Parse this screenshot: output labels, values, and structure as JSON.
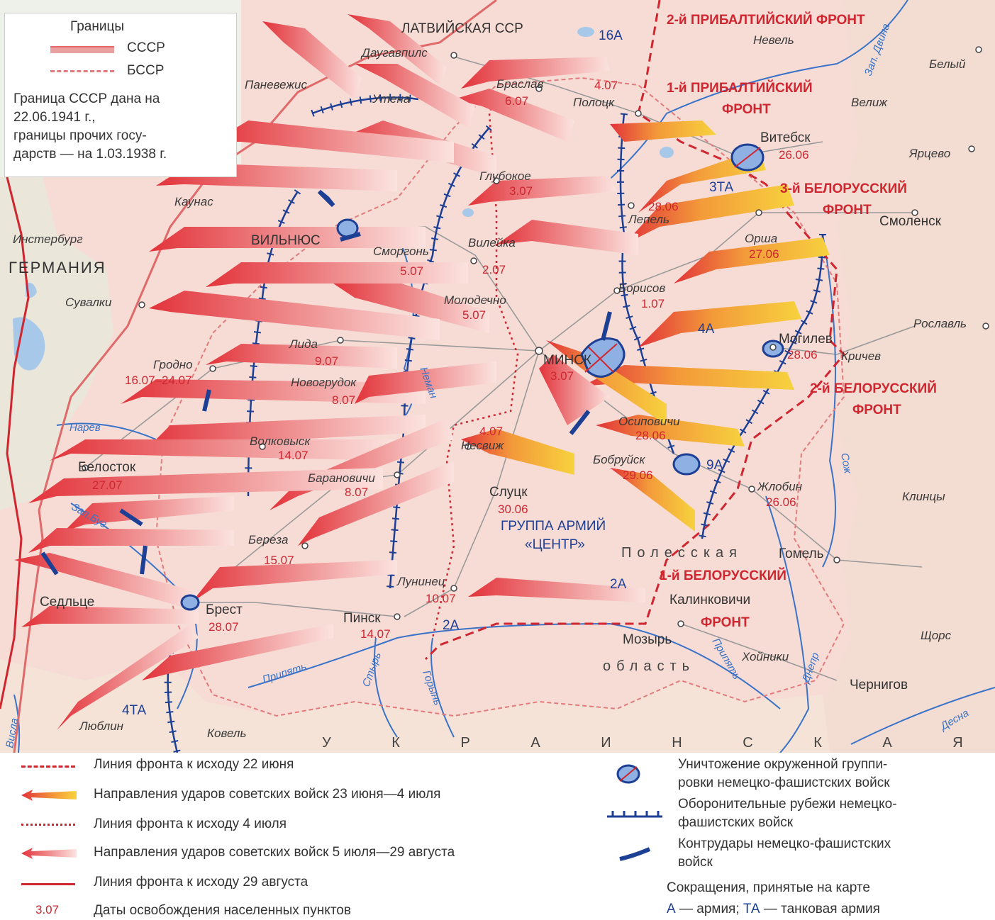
{
  "legend_top": {
    "title": "Границы",
    "ussr": "СССР",
    "bssr": "БССР",
    "note_line1": "Граница СССР дана на",
    "note_line2": "22.06.1941 г.,",
    "note_line3": "границы прочих госу-",
    "note_line4": "дарств — на 1.03.1938 г."
  },
  "places": {
    "latvia": "ЛАТВИЙСКАЯ ССР",
    "daugavpils": "Даугавпилс",
    "panevezys": "Паневежис",
    "utena": "Утена",
    "kaunas": "Каунас",
    "vilnius": "ВИЛЬНЮС",
    "insterburg": "Инстербург",
    "germany": "ГЕРМАНИЯ",
    "suwalki": "Сувалки",
    "grodno": "Гродно",
    "bialystok": "Белосток",
    "siedlce": "Седльце",
    "lublin": "Люблин",
    "brest": "Брест",
    "kovel": "Ковель",
    "pinsk": "Пинск",
    "luninets": "Лунинец",
    "bereza": "Береза",
    "baranovichi": "Барановичи",
    "volkovysk": "Волковыск",
    "lida": "Лида",
    "novogrudok": "Новогрудок",
    "smorgon": "Сморгонь",
    "molodechno": "Молодечно",
    "vileyka": "Вилейка",
    "glubokoe": "Глубокое",
    "braslav": "Браслав",
    "polotsk": "Полоцк",
    "nevel": "Невель",
    "velizh": "Велиж",
    "bely": "Белый",
    "yartsevo": "Ярцево",
    "vitebsk": "Витебск",
    "lepel": "Лепель",
    "orsha": "Орша",
    "smolensk": "Смоленск",
    "borisov": "Борисов",
    "minsk": "МИНСК",
    "mogilev": "Могилев",
    "krichev": "Кричев",
    "roslavl": "Рославль",
    "osipovichi": "Осиповичи",
    "bobruisk": "Бобруйск",
    "zhlobin": "Жлобин",
    "klintsy": "Клинцы",
    "slutsk": "Слуцк",
    "nesvizh": "Несвиж",
    "gomel": "Гомель",
    "kalinkovichi": "Калинковичи",
    "mozyr": "Мозырь",
    "khoyniki": "Хойники",
    "shchors": "Щорс",
    "chernigov": "Чернигов"
  },
  "dates": {
    "braslav": "6.07",
    "polotsk": "4.07",
    "glubokoe": "3.07",
    "vitebsk": "26.06",
    "lepel": "28.06",
    "orsha": "27.06",
    "vileyka": "2.07",
    "smorgon": "5.07",
    "molodechno": "5.07",
    "borisov": "1.07",
    "mogilev": "28.06",
    "minsk": "3.07",
    "lida": "9.07",
    "grodno": "16.07–24.07",
    "novogrudok": "8.07",
    "nesvizh": "4.07",
    "osipovichi": "28.06",
    "volkovysk": "14.07",
    "bobruisk": "29.06",
    "bialystok": "27.07",
    "baranovichi": "8.07",
    "slutsk": "30.06",
    "zhlobin": "26.06",
    "bereza": "15.07",
    "luninets": "10.07",
    "brest": "28.07",
    "pinsk": "14.07"
  },
  "fronts": {
    "baltic2": "2-й ПРИБАЛТИЙСКИЙ ФРОНТ",
    "baltic1_a": "1-й ПРИБАЛТИЙСКИЙ",
    "baltic1_b": "ФРОНТ",
    "belor3_a": "3-й БЕЛОРУССКИЙ",
    "belor3_b": "ФРОНТ",
    "belor2_a": "2-й БЕЛОРУССКИЙ",
    "belor2_b": "ФРОНТ",
    "belor1_a": "1-й БЕЛОРУССКИЙ",
    "belor1_b": "ФРОНТ"
  },
  "armies": {
    "a16": "16А",
    "ta3": "3ТА",
    "a4": "4А",
    "a9": "9А",
    "a2_east": "2А",
    "a2_west": "2А",
    "ta4": "4ТА",
    "group_a": "ГРУППА АРМИЙ",
    "group_b": "«ЦЕНТР»"
  },
  "regions": {
    "polesskaya": "Полесская",
    "oblast": "область",
    "ukrainskaya": "У К Р А И Н С К А Я"
  },
  "rivers": {
    "neman": "Неман",
    "narev": "Нарев",
    "zap_bug": "Зап.Буг",
    "pripyat_w": "Припять",
    "pripyat_e": "Припять",
    "styr": "Стырь",
    "goryn": "Горынь",
    "sozh": "Сож",
    "dnepr": "Днепр",
    "desna": "Десна",
    "zap_dvina": "Зап. Двина",
    "visla": "Висла"
  },
  "legend": {
    "front_22": "Линия фронта к исходу 22 июня",
    "strikes_1": "Направления ударов советских войск 23 июня—4 июля",
    "front_4": "Линия фронта к исходу 4 июля",
    "strikes_2": "Направления ударов советских войск 5 июля—29 августа",
    "front_29": "Линия фронта к исходу 29 августа",
    "dates_sample": "3.07",
    "dates_label": "Даты освобождения населенных пунктов",
    "encircle_1": "Уничтожение окруженной группи-",
    "encircle_2": "ровки немецко-фашистских войск",
    "defense_1": "Оборонительные рубежи немецко-",
    "defense_2": "фашистских войск",
    "counter_1": "Контрудары немецко-фашистских",
    "counter_2": "войск",
    "abbr_title": "Сокращения, принятые на карте",
    "abbr_a": "А",
    "abbr_a_text": "— армия;",
    "abbr_ta": "ТА",
    "abbr_ta_text": "— танковая армия"
  },
  "colors": {
    "land": "#f7dcd6",
    "river": "#3a73c7",
    "front": "#d0262f",
    "defense": "#1d3f94",
    "arrow_early": "#f3b43c",
    "arrow_late": "#e2333a"
  }
}
